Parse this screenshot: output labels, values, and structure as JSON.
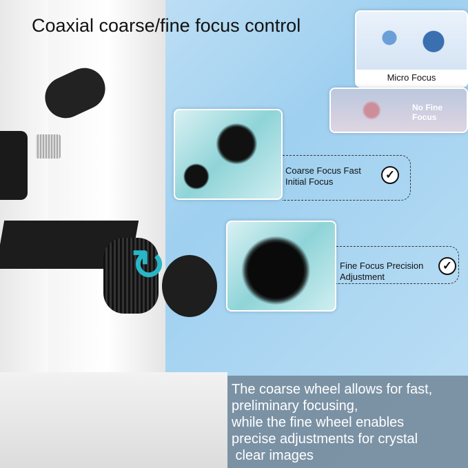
{
  "title": "Coaxial coarse/fine focus control",
  "cards": {
    "micro_focus": "Micro Focus",
    "no_fine_focus": "No Fine Focus",
    "coarse": "Coarse Focus Fast Initial Focus",
    "fine": "Fine Focus Precision Adjustment"
  },
  "icons": {
    "check": "check-circle-icon",
    "arrow": "curved-arrow-icon"
  },
  "panel": {
    "lines": [
      "The coarse wheel allows for fast,",
      "preliminary focusing,",
      "while the fine wheel enables",
      "precise adjustments for crystal",
      " clear images"
    ]
  },
  "colors": {
    "accent": "#29b6c6",
    "panel": "#788ea0"
  }
}
